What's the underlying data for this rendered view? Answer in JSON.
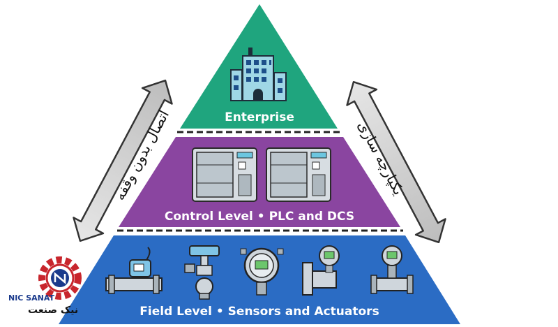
{
  "levels": {
    "enterprise": {
      "label": "Enterprise",
      "color": "#1fa57e"
    },
    "control": {
      "label": "Control Level • PLC and DCS",
      "color": "#8a45a0"
    },
    "field": {
      "label": "Field Level • Sensors and Actuators",
      "color": "#2b6cc4"
    }
  },
  "arrows": {
    "left_label": "اتصال بدون وقفه",
    "right_label": "یکپارچه سازی"
  },
  "logo": {
    "name_en": "NIC SANAT",
    "name_fa": "نیک صنعت",
    "accent": "#c8262d",
    "primary": "#1a3a8c"
  },
  "icons": [
    "enterprise-building-icon",
    "plc-cabinet-icon",
    "control-valve-icon",
    "pressure-transmitter-icon",
    "flow-meter-icon"
  ]
}
